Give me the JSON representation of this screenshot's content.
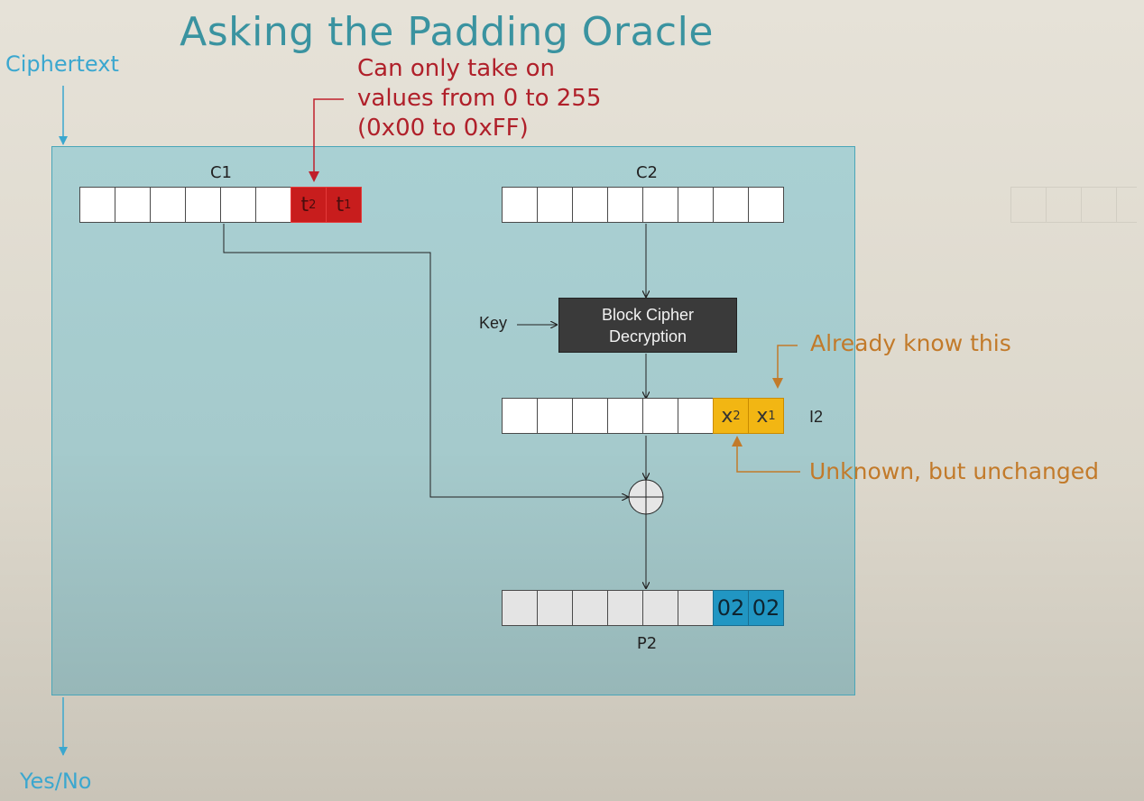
{
  "slide": {
    "title": "Asking the Padding Oracle",
    "ciphertext_label": "Ciphertext",
    "result_label": "Yes/No"
  },
  "blocks": {
    "c1": {
      "label": "C1",
      "cells": [
        {
          "text": "",
          "sub": "",
          "style": "plain"
        },
        {
          "text": "",
          "sub": "",
          "style": "plain"
        },
        {
          "text": "",
          "sub": "",
          "style": "plain"
        },
        {
          "text": "",
          "sub": "",
          "style": "plain"
        },
        {
          "text": "",
          "sub": "",
          "style": "plain"
        },
        {
          "text": "",
          "sub": "",
          "style": "plain"
        },
        {
          "text": "t",
          "sub": "2",
          "style": "red"
        },
        {
          "text": "t",
          "sub": "1",
          "style": "red"
        }
      ]
    },
    "c2": {
      "label": "C2",
      "cells": [
        {
          "text": "",
          "sub": "",
          "style": "plain"
        },
        {
          "text": "",
          "sub": "",
          "style": "plain"
        },
        {
          "text": "",
          "sub": "",
          "style": "plain"
        },
        {
          "text": "",
          "sub": "",
          "style": "plain"
        },
        {
          "text": "",
          "sub": "",
          "style": "plain"
        },
        {
          "text": "",
          "sub": "",
          "style": "plain"
        },
        {
          "text": "",
          "sub": "",
          "style": "plain"
        },
        {
          "text": "",
          "sub": "",
          "style": "plain"
        }
      ]
    },
    "i2": {
      "label": "I2",
      "cells": [
        {
          "text": "",
          "sub": "",
          "style": "plain"
        },
        {
          "text": "",
          "sub": "",
          "style": "plain"
        },
        {
          "text": "",
          "sub": "",
          "style": "plain"
        },
        {
          "text": "",
          "sub": "",
          "style": "plain"
        },
        {
          "text": "",
          "sub": "",
          "style": "plain"
        },
        {
          "text": "",
          "sub": "",
          "style": "plain"
        },
        {
          "text": "x",
          "sub": "2",
          "style": "yellow"
        },
        {
          "text": "x",
          "sub": "1",
          "style": "yellow"
        }
      ]
    },
    "p2": {
      "label": "P2",
      "cells": [
        {
          "text": "",
          "sub": "",
          "style": "gray"
        },
        {
          "text": "",
          "sub": "",
          "style": "gray"
        },
        {
          "text": "",
          "sub": "",
          "style": "gray"
        },
        {
          "text": "",
          "sub": "",
          "style": "gray"
        },
        {
          "text": "",
          "sub": "",
          "style": "gray"
        },
        {
          "text": "",
          "sub": "",
          "style": "gray"
        },
        {
          "text": "02",
          "sub": "",
          "style": "blue"
        },
        {
          "text": "02",
          "sub": "",
          "style": "blue"
        }
      ]
    },
    "next_block": {
      "cells": [
        {
          "text": "",
          "sub": "",
          "style": "plain"
        },
        {
          "text": "",
          "sub": "",
          "style": "plain"
        },
        {
          "text": "",
          "sub": "",
          "style": "plain"
        },
        {
          "text": "",
          "sub": "",
          "style": "plain"
        }
      ]
    }
  },
  "block_cipher": {
    "line1": "Block Cipher",
    "line2": "Decryption"
  },
  "key_label": "Key",
  "notes": {
    "red_note": [
      "Can only take on",
      "values from 0 to 255",
      "(0x00 to 0xFF)"
    ],
    "known_note": "Already know this",
    "unknown_note": "Unknown, but unchanged"
  },
  "colors": {
    "title": "#3a93a0",
    "ciphertext_label": "#3ba7cf",
    "oracle_box": "#a9d0d3",
    "red_byte": "#c81d1d",
    "red_note": "#b0202a",
    "intermediate_byte": "#f2b613",
    "orange_note": "#c27a2a",
    "padding_byte": "#2196c3",
    "block_cipher_box": "#3a3a3a"
  }
}
